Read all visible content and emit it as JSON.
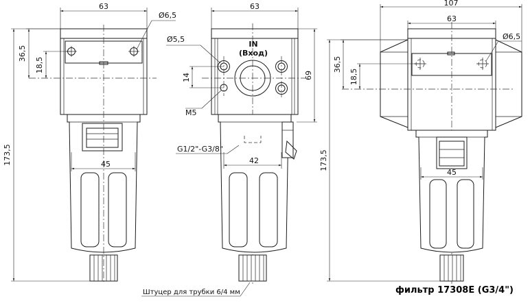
{
  "views": {
    "front": {
      "width": "63",
      "hole_dia": "Ø6,5",
      "dim_36_5": "36,5",
      "dim_18_5": "18,5",
      "height": "173,5",
      "bowl_width": "45"
    },
    "side": {
      "width": "63",
      "port_label": "IN",
      "port_label_sub": "(Вход)",
      "hole_dia": "Ø5,5",
      "thread": "M5",
      "dim_14": "14",
      "dim_69": "69",
      "pipe_thread": "G1/2\"-G3/8\"",
      "dim_42": "42",
      "fitting_note": "Штуцер для трубки 6/4 мм"
    },
    "right": {
      "overall_width": "107",
      "width": "63",
      "hole_dia": "Ø6,5",
      "dim_36_5": "36,5",
      "dim_18_5": "18,5",
      "height": "173,5",
      "bowl_width": "45"
    }
  },
  "caption": "фильтр 17308E (G3/4\")"
}
